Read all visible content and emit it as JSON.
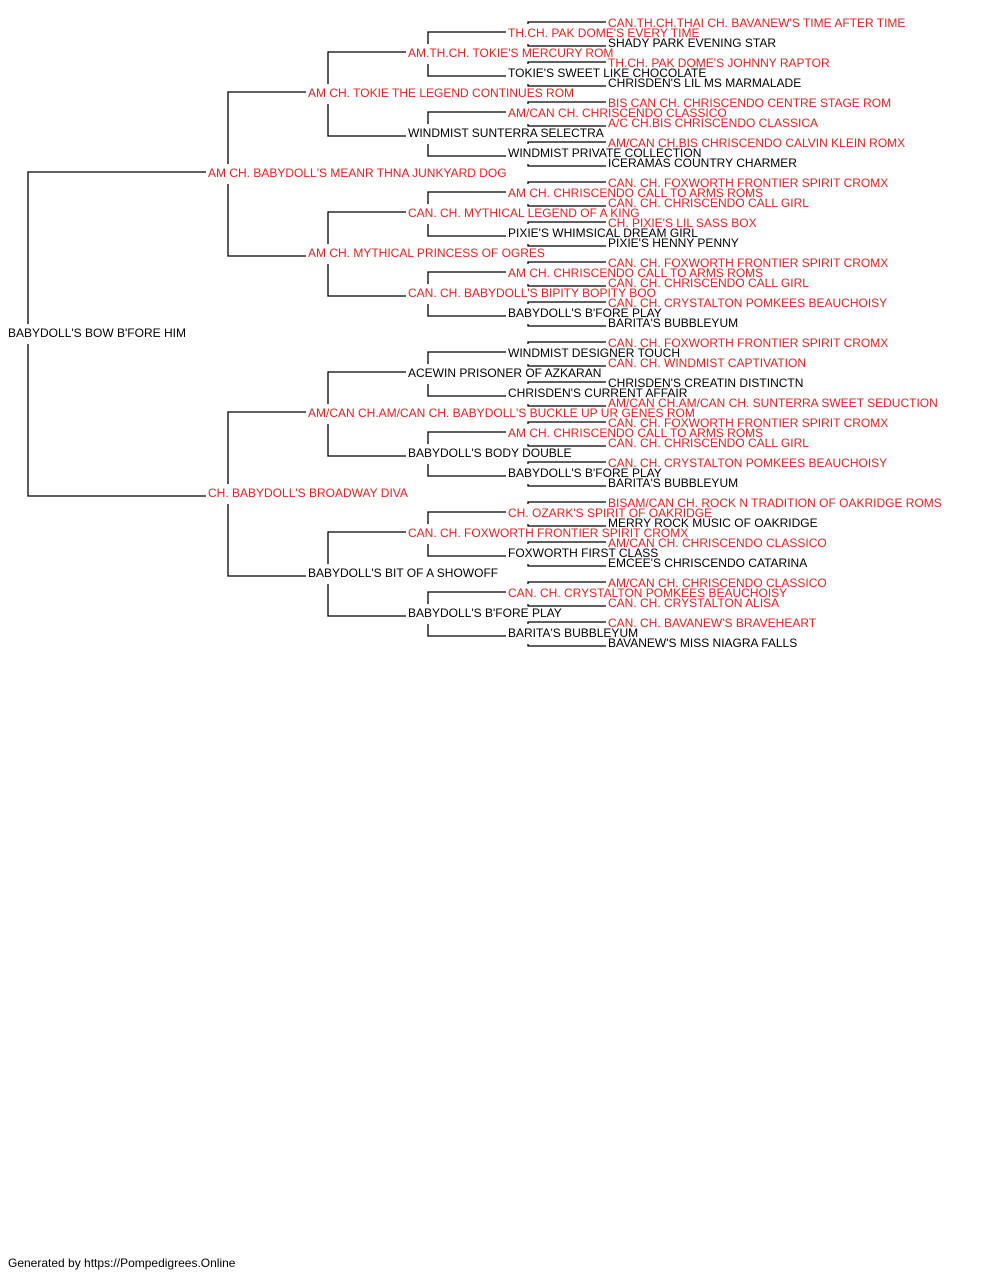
{
  "colors": {
    "titled": "#e8201c",
    "untitled": "#000000",
    "line": "#000000"
  },
  "footer": "Generated by https://Pompedigrees.Online",
  "pedigree": {
    "name": "BABYDOLL'S BOW B'FORE HIM",
    "titled": false,
    "sire": {
      "name": "AM CH. BABYDOLL'S MEANR THNA JUNKYARD DOG",
      "titled": true,
      "sire": {
        "name": "AM CH. TOKIE THE LEGEND CONTINUES ROM",
        "titled": true,
        "sire": {
          "name": "AM.TH.CH. TOKIE'S MERCURY ROM",
          "titled": true,
          "sire": {
            "name": "TH.CH. PAK DOME'S EVERY TIME",
            "titled": true,
            "sire": {
              "name": "CAN.TH.CH.THAI CH. BAVANEW'S TIME AFTER TIME",
              "titled": true
            },
            "dam": {
              "name": "SHADY PARK EVENING STAR",
              "titled": false
            }
          },
          "dam": {
            "name": "TOKIE'S SWEET LIKE CHOCOLATE",
            "titled": false,
            "sire": {
              "name": "TH.CH. PAK DOME'S JOHNNY RAPTOR",
              "titled": true
            },
            "dam": {
              "name": "CHRISDEN'S LIL MS MARMALADE",
              "titled": false
            }
          }
        },
        "dam": {
          "name": "WINDMIST SUNTERRA SELECTRA",
          "titled": false,
          "sire": {
            "name": "AM/CAN CH. CHRISCENDO CLASSICO",
            "titled": true,
            "sire": {
              "name": "BIS CAN CH. CHRISCENDO CENTRE STAGE ROM",
              "titled": true
            },
            "dam": {
              "name": "A/C CH.BIS CHRISCENDO CLASSICA",
              "titled": true
            }
          },
          "dam": {
            "name": "WINDMIST PRIVATE COLLECTION",
            "titled": false,
            "sire": {
              "name": "AM/CAN CH.BIS CHRISCENDO CALVIN KLEIN ROMX",
              "titled": true
            },
            "dam": {
              "name": "ICERAMAS COUNTRY CHARMER",
              "titled": false
            }
          }
        }
      },
      "dam": {
        "name": "AM CH. MYTHICAL PRINCESS OF OGRES",
        "titled": true,
        "sire": {
          "name": "CAN. CH. MYTHICAL LEGEND OF A KING",
          "titled": true,
          "sire": {
            "name": "AM CH. CHRISCENDO CALL TO ARMS ROMS",
            "titled": true,
            "sire": {
              "name": "CAN. CH. FOXWORTH FRONTIER SPIRIT CROMX",
              "titled": true
            },
            "dam": {
              "name": "CAN. CH. CHRISCENDO CALL GIRL",
              "titled": true
            }
          },
          "dam": {
            "name": "PIXIE'S WHIMSICAL DREAM GIRL",
            "titled": false,
            "sire": {
              "name": "CH. PIXIE'S LIL SASS BOX",
              "titled": true
            },
            "dam": {
              "name": "PIXIE'S HENNY PENNY",
              "titled": false
            }
          }
        },
        "dam": {
          "name": "CAN. CH. BABYDOLL'S BIPITY BOPITY BOO",
          "titled": true,
          "sire": {
            "name": "AM CH. CHRISCENDO CALL TO ARMS ROMS",
            "titled": true,
            "sire": {
              "name": "CAN. CH. FOXWORTH FRONTIER SPIRIT CROMX",
              "titled": true
            },
            "dam": {
              "name": "CAN. CH. CHRISCENDO CALL GIRL",
              "titled": true
            }
          },
          "dam": {
            "name": "BABYDOLL'S B'FORE PLAY",
            "titled": false,
            "sire": {
              "name": "CAN. CH. CRYSTALTON POMKEES BEAUCHOISY",
              "titled": true
            },
            "dam": {
              "name": "BARITA'S BUBBLEYUM",
              "titled": false
            }
          }
        }
      }
    },
    "dam": {
      "name": "CH. BABYDOLL'S BROADWAY DIVA",
      "titled": true,
      "sire": {
        "name": "AM/CAN CH.AM/CAN CH. BABYDOLL'S BUCKLE UP UR GENES ROM",
        "titled": true,
        "sire": {
          "name": "ACEWIN PRISONER OF AZKARAN",
          "titled": false,
          "sire": {
            "name": "WINDMIST DESIGNER TOUCH",
            "titled": false,
            "sire": {
              "name": "CAN. CH. FOXWORTH FRONTIER SPIRIT CROMX",
              "titled": true
            },
            "dam": {
              "name": "CAN. CH. WINDMIST CAPTIVATION",
              "titled": true
            }
          },
          "dam": {
            "name": "CHRISDEN'S CURRENT AFFAIR",
            "titled": false,
            "sire": {
              "name": "CHRISDEN'S CREATIN DISTINCTN",
              "titled": false
            },
            "dam": {
              "name": "AM/CAN CH.AM/CAN CH. SUNTERRA SWEET SEDUCTION",
              "titled": true
            }
          }
        },
        "dam": {
          "name": "BABYDOLL'S BODY DOUBLE",
          "titled": false,
          "sire": {
            "name": "AM CH. CHRISCENDO CALL TO ARMS ROMS",
            "titled": true,
            "sire": {
              "name": "CAN. CH. FOXWORTH FRONTIER SPIRIT CROMX",
              "titled": true
            },
            "dam": {
              "name": "CAN. CH. CHRISCENDO CALL GIRL",
              "titled": true
            }
          },
          "dam": {
            "name": "BABYDOLL'S B'FORE PLAY",
            "titled": false,
            "sire": {
              "name": "CAN. CH. CRYSTALTON POMKEES BEAUCHOISY",
              "titled": true
            },
            "dam": {
              "name": "BARITA'S BUBBLEYUM",
              "titled": false
            }
          }
        }
      },
      "dam": {
        "name": "BABYDOLL'S BIT OF A SHOWOFF",
        "titled": false,
        "sire": {
          "name": "CAN. CH. FOXWORTH FRONTIER SPIRIT CROMX",
          "titled": true,
          "sire": {
            "name": "CH. OZARK'S SPIRIT OF OAKRIDGE",
            "titled": true,
            "sire": {
              "name": "BISAM/CAN CH. ROCK N TRADITION OF OAKRIDGE ROMS",
              "titled": true
            },
            "dam": {
              "name": "MERRY ROCK MUSIC OF OAKRIDGE",
              "titled": false
            }
          },
          "dam": {
            "name": "FOXWORTH FIRST CLASS",
            "titled": false,
            "sire": {
              "name": "AM/CAN CH. CHRISCENDO CLASSICO",
              "titled": true
            },
            "dam": {
              "name": "EMCEE'S CHRISCENDO CATARINA",
              "titled": false
            }
          }
        },
        "dam": {
          "name": "BABYDOLL'S B'FORE PLAY",
          "titled": false,
          "sire": {
            "name": "CAN. CH. CRYSTALTON POMKEES BEAUCHOISY",
            "titled": true,
            "sire": {
              "name": "AM/CAN CH. CHRISCENDO CLASSICO",
              "titled": true
            },
            "dam": {
              "name": "CAN. CH. CRYSTALTON ALISA",
              "titled": true
            }
          },
          "dam": {
            "name": "BARITA'S BUBBLEYUM",
            "titled": false,
            "sire": {
              "name": "CAN. CH. BAVANEW'S BRAVEHEART",
              "titled": true
            },
            "dam": {
              "name": "BAVANEW'S MISS NIAGRA FALLS",
              "titled": false
            }
          }
        }
      }
    }
  }
}
